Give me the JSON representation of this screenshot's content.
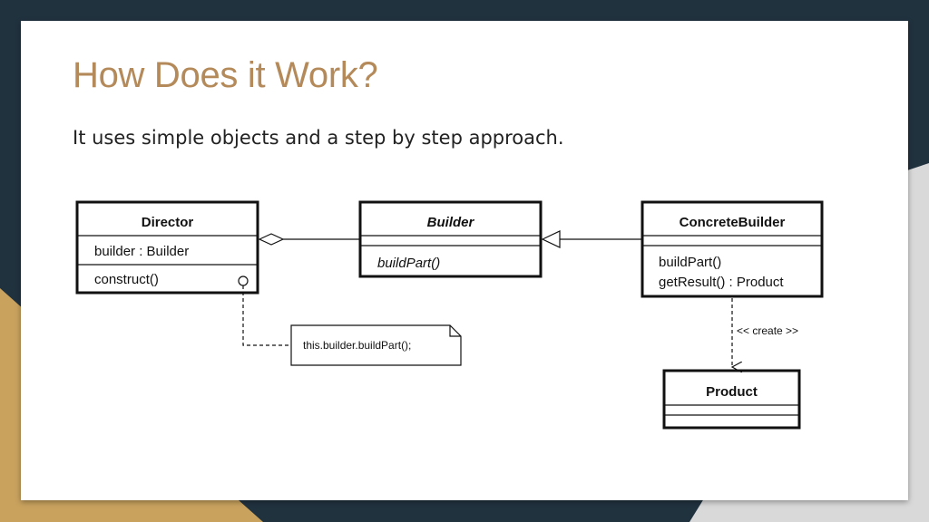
{
  "slide": {
    "title": "How Does it Work?",
    "body": "It uses simple objects and a step by step approach."
  },
  "diagram": {
    "classes": {
      "director": {
        "name": "Director",
        "attribute": "builder : Builder",
        "operation": "construct()"
      },
      "builder": {
        "name": "Builder",
        "operation": "buildPart()"
      },
      "concrete_builder": {
        "name": "ConcreteBuilder",
        "operations": [
          "buildPart()",
          "getResult() : Product"
        ]
      },
      "product": {
        "name": "Product"
      }
    },
    "note": "this.builder.buildPart();",
    "create_label": "<< create >>"
  },
  "colors": {
    "background": "#21323f",
    "accent": "#c9a25e",
    "title": "#b58a5a",
    "slide": "#ffffff"
  }
}
